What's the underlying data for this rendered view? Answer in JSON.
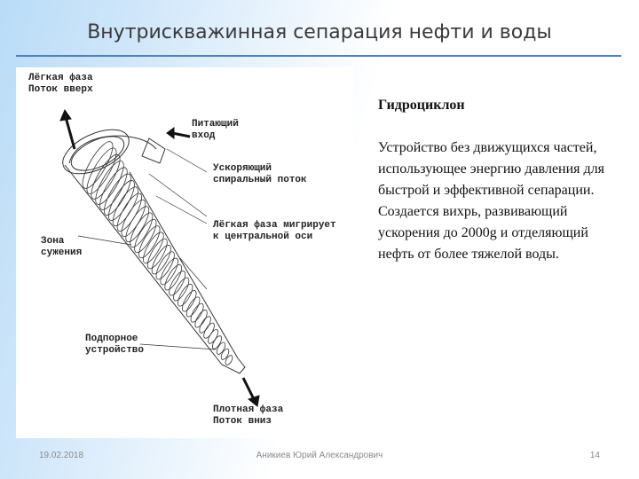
{
  "slide": {
    "title": "Внутрискважинная сепарация нефти и воды"
  },
  "figure": {
    "labels": {
      "light_phase": "Лёгкая фаза\nПоток вверх",
      "feed_inlet": "Питающий\nвход",
      "accelerating_flow": "Ускоряющий\nспиральный поток",
      "migration": "Лёгкая фаза мигрирует\nк центральной оси",
      "narrowing_zone": "Зона\nсужения",
      "backpressure": "Подпорное\nустройство",
      "dense_phase": "Плотная фаза\nПоток вниз"
    }
  },
  "content": {
    "heading": "Гидроциклон",
    "body": "Устройство без движущихся частей, использующее энергию давления для быстрой и эффективной сепарации. Создается вихрь, развивающий ускорения до 2000g и отделяющий нефть от более тяжелой воды."
  },
  "footer": {
    "date": "19.02.2018",
    "author": "Аникиев Юрий Александрович",
    "page": "14"
  },
  "colors": {
    "accent_rule": "#4f81bd"
  }
}
